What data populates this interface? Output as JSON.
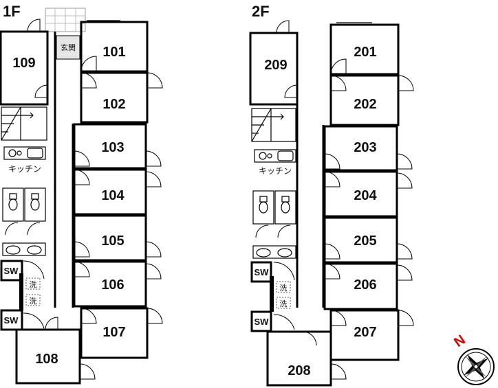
{
  "floors": [
    {
      "id": "f1",
      "label": "1F"
    },
    {
      "id": "f2",
      "label": "2F"
    }
  ],
  "rooms_1f": [
    "101",
    "102",
    "103",
    "104",
    "105",
    "106",
    "107",
    "108",
    "109"
  ],
  "rooms_2f": [
    "201",
    "202",
    "203",
    "204",
    "205",
    "206",
    "207",
    "208",
    "209"
  ],
  "entrance_label": "玄関",
  "kitchen_label": "キッチン",
  "sw_label": "SW",
  "washer_label": "洗",
  "compass_label": "N"
}
